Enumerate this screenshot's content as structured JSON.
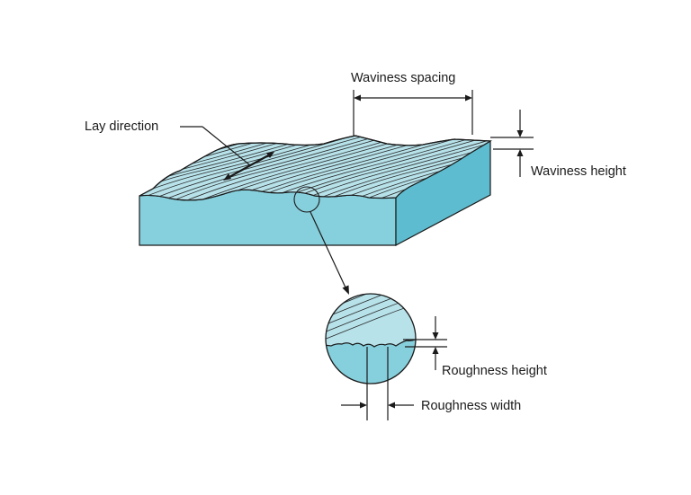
{
  "labels": {
    "waviness_spacing": "Waviness spacing",
    "lay_direction": "Lay direction",
    "waviness_height": "Waviness height",
    "roughness_height": "Roughness height",
    "roughness_width": "Roughness width"
  },
  "colors": {
    "block_front": "#86cfdc",
    "block_side": "#5dbccf",
    "block_top": "#b7e2ea",
    "outline": "#1a1a1a"
  }
}
